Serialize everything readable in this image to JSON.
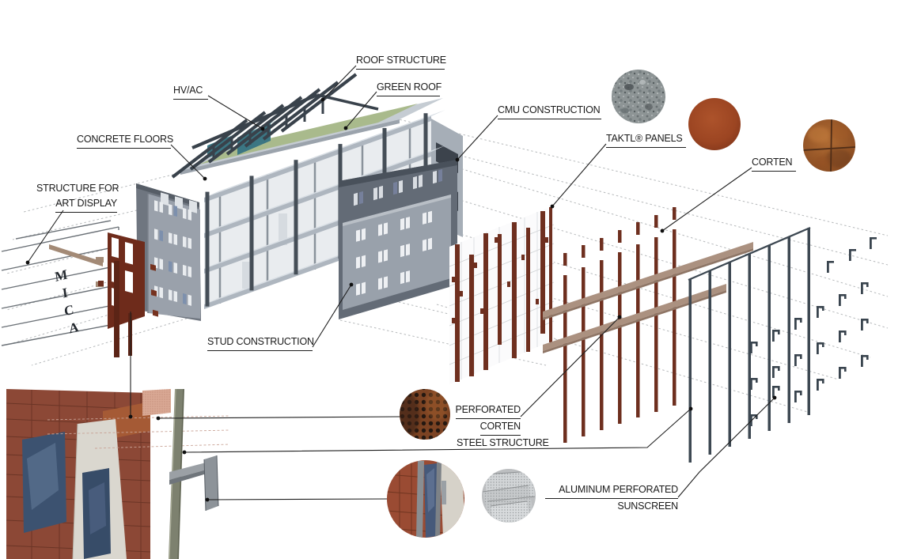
{
  "diagram": {
    "labels": {
      "roof_structure": "ROOF STRUCTURE",
      "green_roof": "GREEN ROOF",
      "hvac": "HV/AC",
      "concrete_floors": "CONCRETE FLOORS",
      "structure_for_art_display_line1": "STRUCTURE FOR",
      "structure_for_art_display_line2": "ART DISPLAY",
      "cmu_construction": "CMU CONSTRUCTION",
      "taktl_panels": "TAKTL® PANELS",
      "corten": "CORTEN",
      "stud_construction": "STUD CONSTRUCTION",
      "perforated_corten_line1": "PERFORATED",
      "perforated_corten_line2": "CORTEN",
      "steel_structure": "STEEL STRUCTURE",
      "aluminum_sunscreen_line1": "ALUMINUM PERFORATED",
      "aluminum_sunscreen_line2": "SUNSCREEN"
    },
    "signage_text": "MICA",
    "signage_letters": [
      "M",
      "I",
      "C",
      "A"
    ],
    "materials": {
      "concrete_swatch_color": "#9aa2a2",
      "taktl_swatch_color": "#a2502a",
      "corten_rust_swatch_color": "#a35a2a",
      "perforated_corten_color": "#7c4323",
      "aluminum_swatch_color": "#bcbec0",
      "green_roof_color": "#a9ba8c",
      "hvac_color": "#3b7683",
      "steel_frame_color": "#3d4852",
      "corten_panel_color": "#6e2f1f",
      "wood_rail_color": "#ab9180",
      "cmu_wall_color": "#636b76",
      "stud_wall_color": "#99a1ab"
    }
  }
}
